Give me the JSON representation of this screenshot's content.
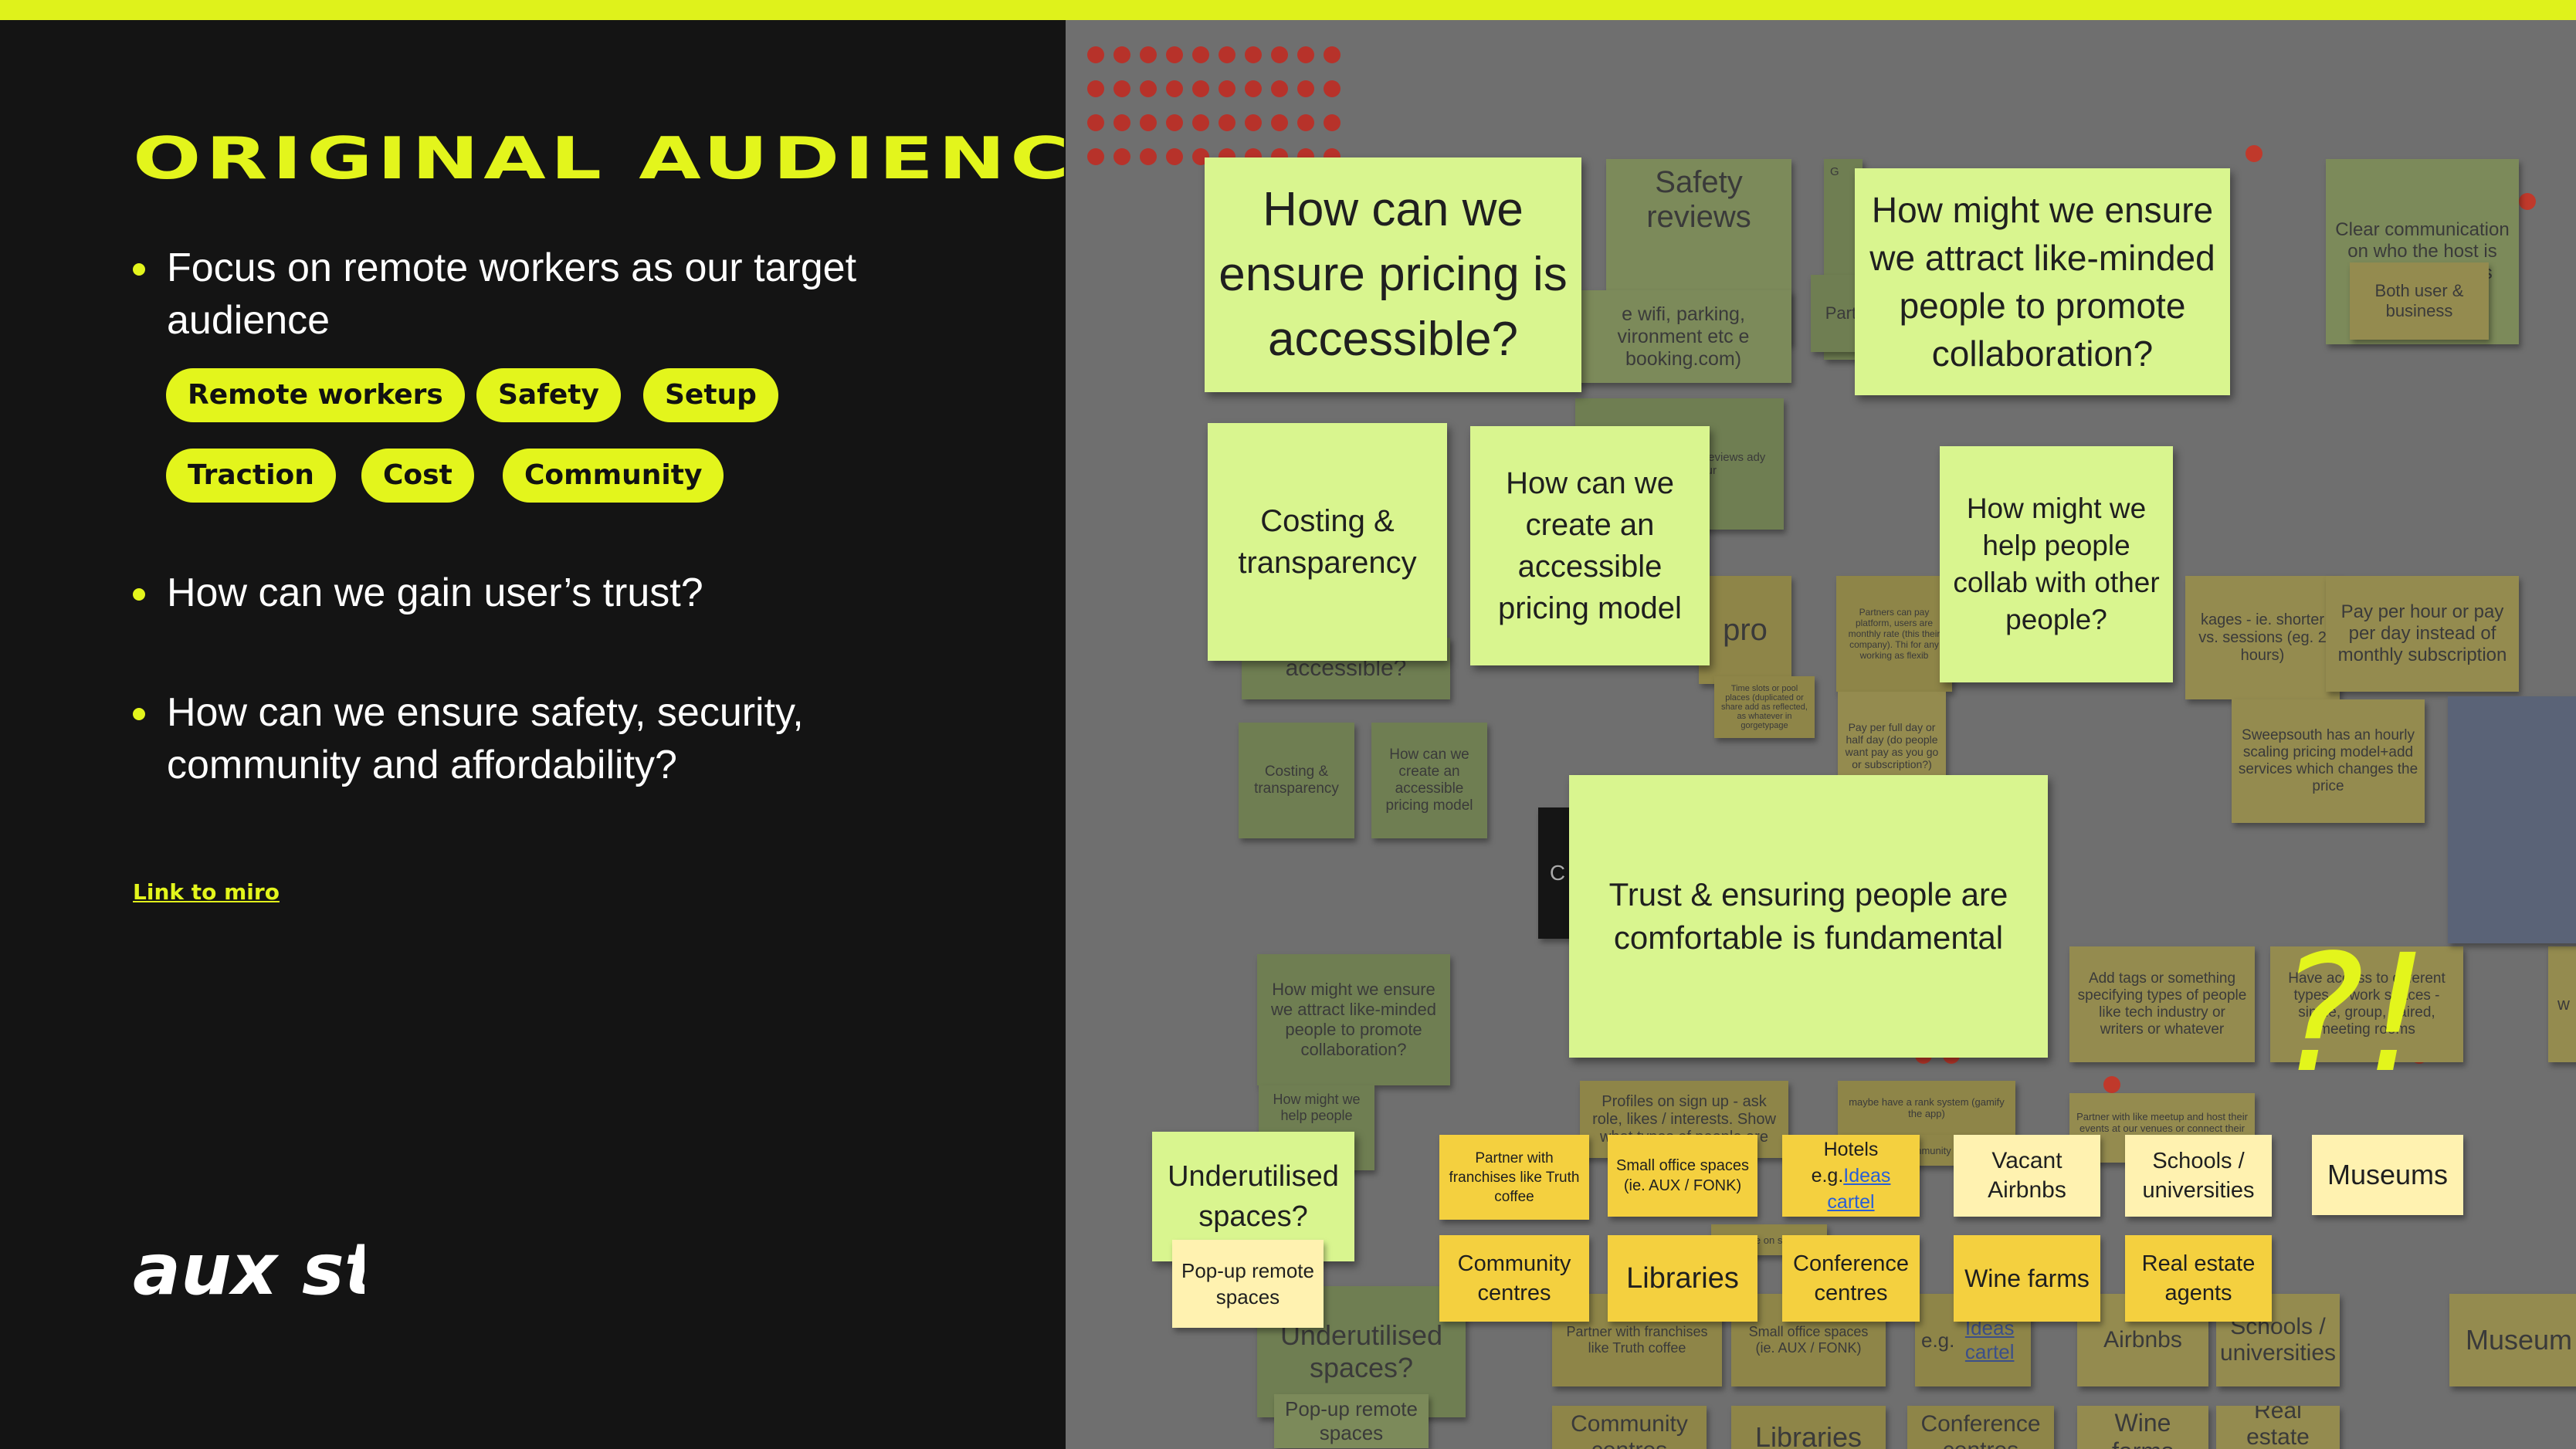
{
  "slide": {
    "title": "ORIGINAL AUDIENCE",
    "bullets": [
      "Focus on remote workers as our target audience",
      "How can we gain user’s trust?",
      "How can we ensure safety, security, community and affordability?"
    ],
    "tags": [
      "Remote workers",
      "Safety",
      "Setup",
      "Traction",
      "Cost",
      "Community"
    ],
    "link_label": "Link to miro",
    "logo_name": "aux-studio-logo",
    "logo_text": "aux studio"
  },
  "colors": {
    "accent": "#e3f51c",
    "background": "#141414",
    "board": "#6f6f6f",
    "sticky_green": "#d9f58f",
    "sticky_yellow": "#f4d03f",
    "sticky_pale": "#fff2b0"
  },
  "board": {
    "focus": {
      "q_pricing": "How can we ensure pricing is accessible?",
      "q_like_minded": "How might we ensure we attract like-minded people to promote collaboration?",
      "costing": "Costing & transparency",
      "pricing_model": "How can we create an accessible pricing model",
      "help_collab": "How might we help people collab with other people?",
      "trust": "Trust & ensuring people are comfortable is fundamental",
      "underutilised": "Underutilised spaces?",
      "popup": "Pop-up remote spaces",
      "partner": "Partner with franchises like Truth coffee",
      "small_office": "Small office spaces (ie. AUX / FONK)",
      "hotels": "Hotels",
      "eg": "e.g.",
      "ideas_cartel": "Ideas cartel",
      "vacant": "Vacant Airbnbs",
      "schools": "Schools / universities",
      "museums": "Museums",
      "community": "Community centres",
      "libraries": "Libraries",
      "conference": "Conference centres",
      "wine": "Wine farms",
      "real_estate": "Real estate agents"
    },
    "background": {
      "safety_reviews": "Safety reviews",
      "wifi": "e wifi, parking, vironment etc e booking.com)",
      "google_reviews": "Integrate with google reviews ady have at on our",
      "g_frag": "G",
      "partn": "Partn",
      "is_frag": "is",
      "clear_comm": "Clear communication on who the host is and their reviews",
      "both_user": "Both user & business",
      "accessible_frag": "accessible?",
      "costing_small": "Costing & transparency",
      "pricing_small": "How can we create an accessible pricing model",
      "pro_frag": "pro",
      "on_frag": "on",
      "partners_pay": "Partners can pay platform, users are monthly rate (this their company). Thi for any working as flexib",
      "time_slots": "Time slots or pool places (duplicated or share add as reflected, as whatever in gorgetypage",
      "pay_full_day": "Pay per full day or half day (do people want pay as you go or subscription?)",
      "packages": "kages - ie. shorter vs. sessions (eg. 2 hours)",
      "pay_per_hour": "Pay per hour or pay per day instead of monthly subscription",
      "sweepsouth": "Sweepsouth has an hourly scaling pricing model+add services which changes the price",
      "attract_small": "How might we ensure we attract like-minded people to promote collaboration?",
      "help_small": "How might we help people",
      "profiles": "Profiles on sign up - ask role, likes / interests. Show what types of people are",
      "rank": "maybe have a rank system (gamify the app)",
      "community_event": "Ask a community event",
      "choose_signup": "choose on sign up",
      "add_tags": "Add tags or something specifying types of people like tech industry or writers or whatever",
      "meetup": "Partner with like meetup and host their events at our venues or connect their users to suitable",
      "access_spaces": "Have access to different types of work spaces - single, group, paired, meeting rooms",
      "w_frag": "w",
      "underutilised_bg": "Underutilised spaces?",
      "popup_bg": "Pop-up remote spaces",
      "partner_bg": "Partner with franchises like Truth coffee",
      "small_office_bg": "Small office spaces (ie. AUX / FONK)",
      "vacant_bg": "Airbnbs",
      "schools_bg": "Schools / universities",
      "museums_bg": "Museum",
      "community_bg": "Community centres",
      "libraries_bg": "Libraries",
      "conference_bg": "Conference centres",
      "wine_bg": "Wine farms",
      "real_estate_bg": "Real estate agents",
      "c_frag": "C"
    },
    "annotation": "?!"
  }
}
